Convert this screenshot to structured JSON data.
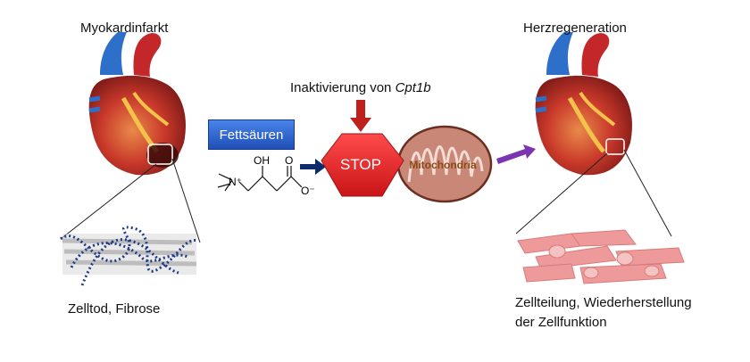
{
  "left": {
    "title": "Myokardinfarkt",
    "caption": "Zelltod, Fibrose"
  },
  "right": {
    "title": "Herzregeneration",
    "caption_line1": "Zellteilung, Wiederherstellung",
    "caption_line2": "der Zellfunktion"
  },
  "center": {
    "inactivation_prefix": "Inaktivierung von ",
    "inactivation_gene": "Cpt1b",
    "fatty_acids": "Fettsäuren",
    "stop": "STOP",
    "mitochondria": "Mitochondria",
    "carnitine": {
      "oh": "OH",
      "nplus": "N⁺",
      "anion": "O⁻",
      "o": "O"
    }
  },
  "colors": {
    "arrow_navy": "#0d2a6b",
    "arrow_red": "#c0201b",
    "arrow_purple": "#7b35b0",
    "stop_red": "#e0242a",
    "mito_fill": "#c98778",
    "mito_text": "#8b4a12",
    "fibrosis_dots": "#1f3a86",
    "cells_pink": "#ee9a9a"
  }
}
